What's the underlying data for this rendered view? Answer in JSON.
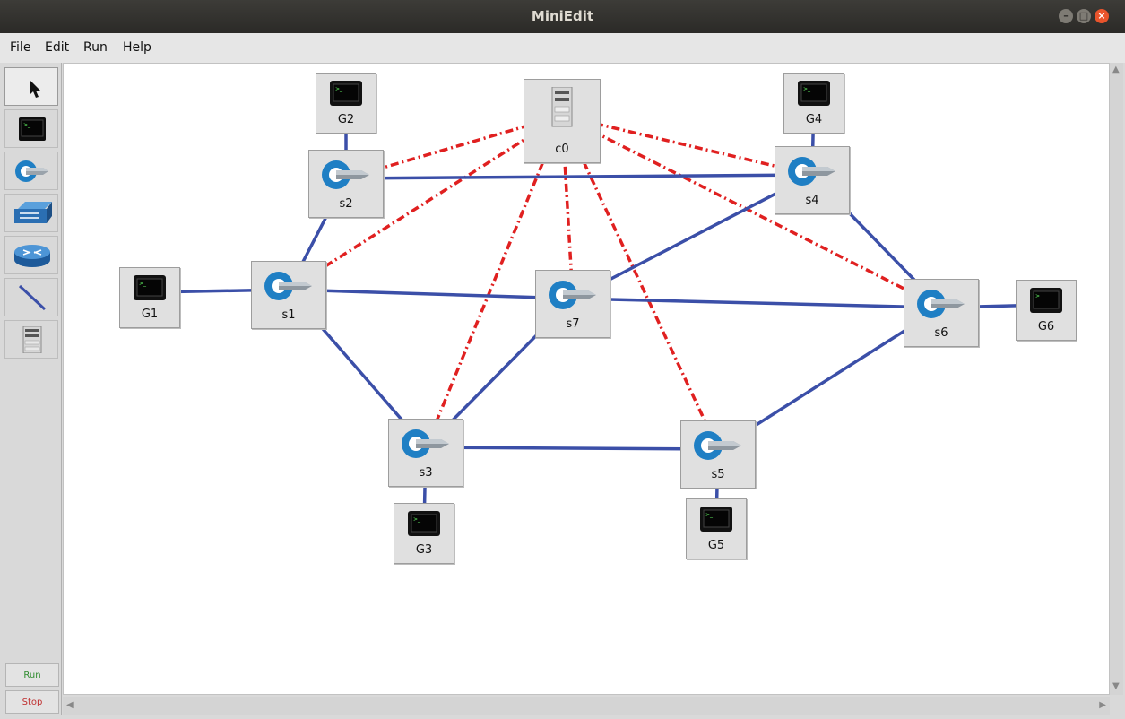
{
  "window": {
    "title": "MiniEdit",
    "buttons": {
      "minimize": "–",
      "maximize": "□",
      "close": "×"
    }
  },
  "menu": {
    "items": [
      "File",
      "Edit",
      "Run",
      "Help"
    ]
  },
  "toolbox": {
    "tools": [
      {
        "icon": "select-arrow-icon"
      },
      {
        "icon": "host-terminal-icon"
      },
      {
        "icon": "openflow-switch-icon"
      },
      {
        "icon": "legacy-switch-icon"
      },
      {
        "icon": "legacy-router-icon"
      },
      {
        "icon": "netlink-icon"
      },
      {
        "icon": "controller-icon"
      }
    ],
    "run_label": "Run",
    "stop_label": "Stop",
    "run_color": "#2e8b2e",
    "stop_color": "#c03030"
  },
  "topology": {
    "controllers": [
      {
        "id": "c0",
        "label": "c0"
      }
    ],
    "switches": [
      {
        "id": "s1",
        "label": "s1"
      },
      {
        "id": "s2",
        "label": "s2"
      },
      {
        "id": "s3",
        "label": "s3"
      },
      {
        "id": "s4",
        "label": "s4"
      },
      {
        "id": "s5",
        "label": "s5"
      },
      {
        "id": "s6",
        "label": "s6"
      },
      {
        "id": "s7",
        "label": "s7"
      }
    ],
    "hosts": [
      {
        "id": "G1",
        "label": "G1"
      },
      {
        "id": "G2",
        "label": "G2"
      },
      {
        "id": "G3",
        "label": "G3"
      },
      {
        "id": "G4",
        "label": "G4"
      },
      {
        "id": "G5",
        "label": "G5"
      },
      {
        "id": "G6",
        "label": "G6"
      }
    ],
    "data_links": [
      [
        "G1",
        "s1"
      ],
      [
        "G2",
        "s2"
      ],
      [
        "G3",
        "s3"
      ],
      [
        "G4",
        "s4"
      ],
      [
        "G5",
        "s5"
      ],
      [
        "G6",
        "s6"
      ],
      [
        "s1",
        "s2"
      ],
      [
        "s1",
        "s7"
      ],
      [
        "s1",
        "s3"
      ],
      [
        "s2",
        "s4"
      ],
      [
        "s3",
        "s7"
      ],
      [
        "s3",
        "s5"
      ],
      [
        "s4",
        "s7"
      ],
      [
        "s4",
        "s6"
      ],
      [
        "s7",
        "s6"
      ],
      [
        "s5",
        "s6"
      ]
    ],
    "control_links": [
      [
        "c0",
        "s1"
      ],
      [
        "c0",
        "s2"
      ],
      [
        "c0",
        "s3"
      ],
      [
        "c0",
        "s4"
      ],
      [
        "c0",
        "s5"
      ],
      [
        "c0",
        "s6"
      ],
      [
        "c0",
        "s7"
      ]
    ],
    "colors": {
      "data_link": "#3b4fa8",
      "control_link": "#e02020",
      "switch_blue": "#1f7fc4"
    }
  }
}
